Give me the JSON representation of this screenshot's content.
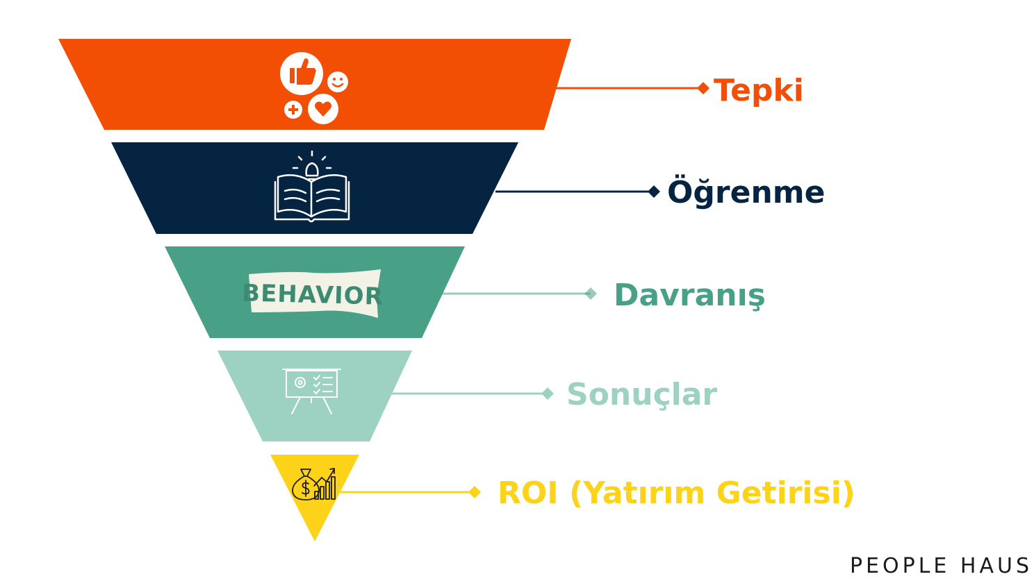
{
  "diagram": {
    "levels": [
      {
        "label": "Tepki",
        "color": "#F24E04",
        "icon": "reaction-icons"
      },
      {
        "label": "Öğrenme",
        "color": "#052442",
        "icon": "open-book-lightbulb-icon"
      },
      {
        "label": "Davranış",
        "color": "#48A087",
        "icon": "behavior-banner-icon",
        "icon_text": "BEHAVIOR"
      },
      {
        "label": "Sonuçlar",
        "color": "#9DD2C2",
        "icon": "presentation-board-icon"
      },
      {
        "label": "ROI (Yatırım Getirisi)",
        "color": "#FCD319",
        "icon": "money-bag-growth-icon"
      }
    ]
  },
  "brand": {
    "name": "PEOPLE HAUS",
    "color": "#1a1a1a"
  }
}
